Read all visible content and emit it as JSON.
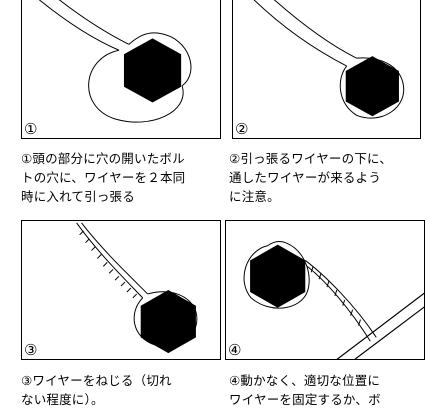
{
  "panels": [
    {
      "number": "①",
      "caption": "①頭の部分に穴の開いたボル\nトの穴に、ワイヤーを２本同\n時に入れて引っ張る"
    },
    {
      "number": "②",
      "caption": "②引っ張るワイヤーの下に、\n通したワイヤーが来るよう\nに注意。"
    },
    {
      "number": "③",
      "caption": "③ワイヤーをねじる（切れ\nない程度に）。"
    },
    {
      "number": "④",
      "caption": "④動かなく、適切な位置に\nワイヤーを固定するか、ボ"
    }
  ]
}
